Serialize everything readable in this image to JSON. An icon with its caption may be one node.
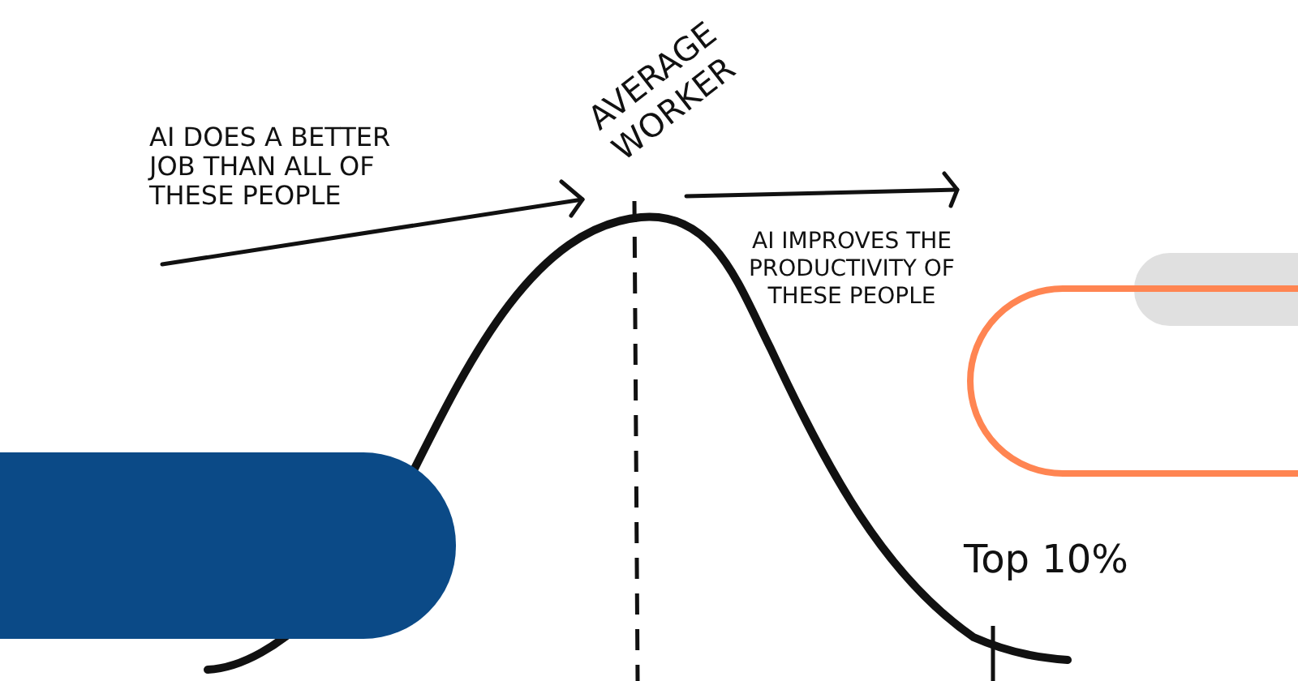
{
  "diagram": {
    "labels": [
      "AI DOES A BETTER JOB THAN ALL OF THESE PEOPLE",
      "AVERAGE WORKER",
      "AI IMPROVES THE PRODUCTIVITY OF THESE PEOPLE",
      "Top 10%"
    ]
  }
}
